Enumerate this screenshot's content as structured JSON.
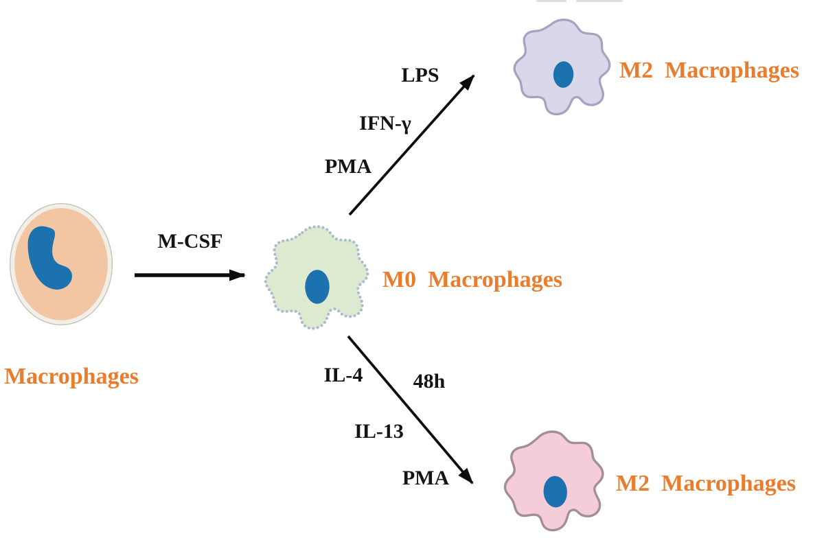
{
  "labels": {
    "macrophages": "Macrophages",
    "mcsf": "M-CSF",
    "lps": "LPS",
    "ifn_gamma": "IFN-γ",
    "pma_upper": "PMA",
    "m0": "M0  Macrophages",
    "m2_upper": "M2  Macrophages",
    "il4": "IL-4",
    "duration_48h": "48h",
    "il13": "IL-13",
    "pma_lower": "PMA",
    "m2_lower": "M2  Macrophages"
  },
  "colors": {
    "background": "#ffffff",
    "label-orange": "#ea7c2e",
    "label-black": "#141414",
    "arrow-black": "#0d0d0d",
    "nucleus-blue": "#1c72ae",
    "macrophage-body": "#f2c5a3",
    "macrophage-ring": "#f2efe8",
    "macrophage-outline": "#c8c1b6",
    "m0-body": "#dcead0",
    "m0-border": "#a8bcce",
    "m2-upper-body": "#d9d8eb",
    "m2-upper-border": "#a8a2c0",
    "m2-lower-body": "#f5cdd9",
    "m2-lower-border": "#a18f94"
  }
}
